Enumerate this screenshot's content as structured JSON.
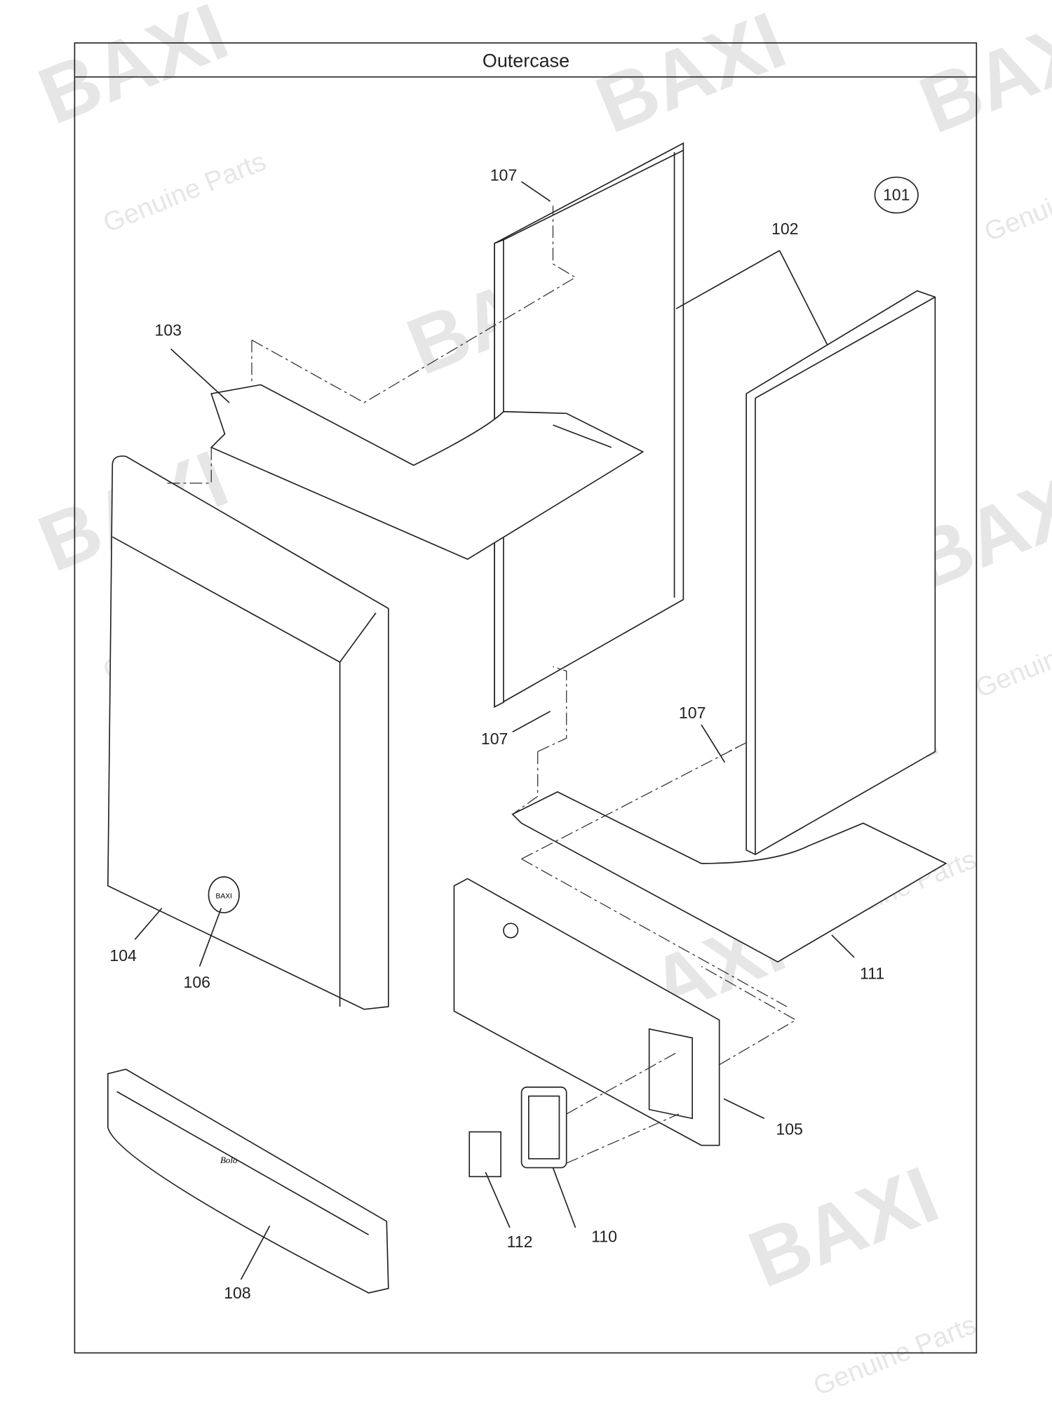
{
  "diagram": {
    "title": "Outercase",
    "watermark": {
      "brand": "BAXI",
      "tagline": "Genuine Parts"
    },
    "callouts": {
      "c101": "101",
      "c102": "102",
      "c103": "103",
      "c104": "104",
      "c105": "105",
      "c106": "106",
      "c107a": "107",
      "c107b": "107",
      "c107c": "107",
      "c108": "108",
      "c110": "110",
      "c111": "111",
      "c112": "112"
    },
    "badge_text": "BAXI",
    "logo_text": "Bolo"
  }
}
